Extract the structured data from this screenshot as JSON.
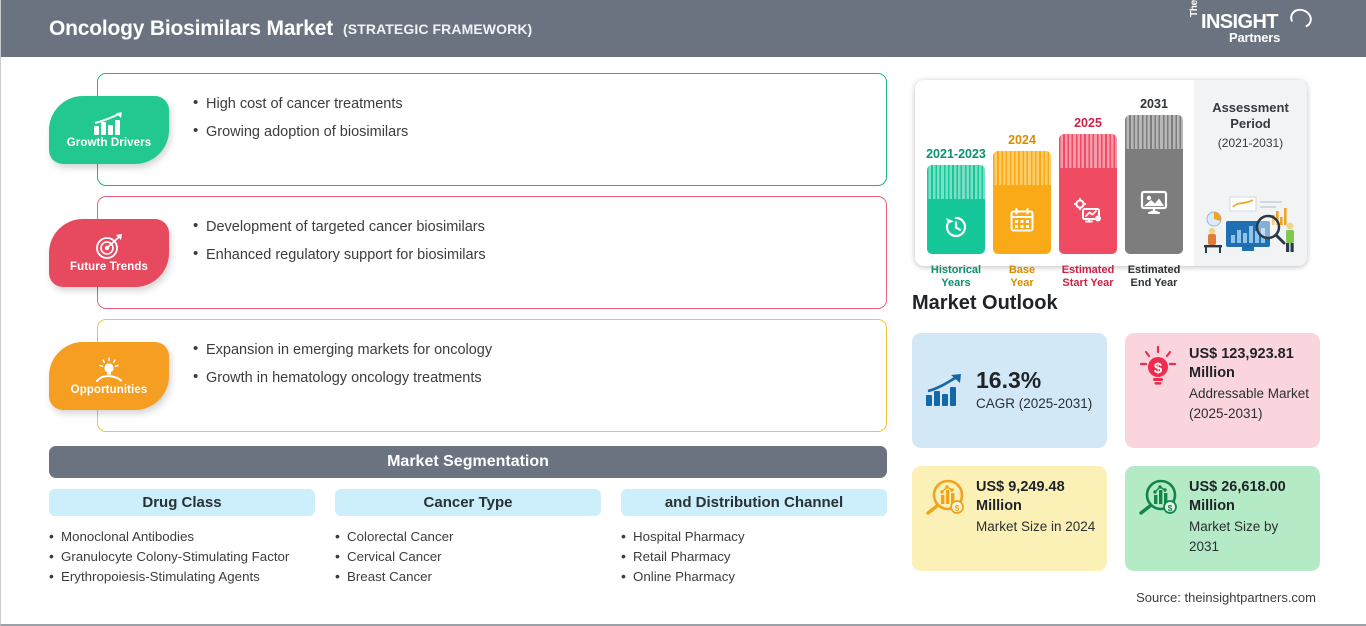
{
  "header": {
    "title": "Oncology Biosimilars Market",
    "subtitle": "(STRATEGIC FRAMEWORK)",
    "bg_color": "#6b7280",
    "logo": {
      "the": "The",
      "insight": "INSIGHT",
      "partners": "Partners"
    }
  },
  "panels": [
    {
      "badge_label": "Growth Drivers",
      "icon": "bar-chart-arrow-icon",
      "color": "#23c891",
      "border_color": "#21b48b",
      "bullets": [
        "High cost of cancer treatments",
        "Growing adoption of biosimilars"
      ]
    },
    {
      "badge_label": "Future Trends",
      "icon": "target-dart-icon",
      "color": "#e74a5f",
      "border_color": "#e6637a",
      "bullets": [
        "Development of targeted cancer biosimilars",
        "Enhanced regulatory support for biosimilars"
      ]
    },
    {
      "badge_label": "Opportunities",
      "icon": "lightbulb-hand-icon",
      "color": "#f59e22",
      "border_color": "#f5c33b",
      "bullets": [
        "Expansion in emerging markets for oncology",
        "Growth in hematology oncology treatments"
      ]
    }
  ],
  "segmentation": {
    "title": "Market Segmentation",
    "columns": [
      {
        "heading": "Drug Class",
        "items": [
          "Monoclonal Antibodies",
          "Granulocyte Colony-Stimulating Factor",
          "Erythropoiesis-Stimulating Agents"
        ]
      },
      {
        "heading": "Cancer Type",
        "items": [
          "Colorectal Cancer",
          "Cervical Cancer",
          "Breast Cancer"
        ]
      },
      {
        "heading": "and Distribution Channel",
        "items": [
          "Hospital Pharmacy",
          "Retail Pharmacy",
          "Online Pharmacy"
        ]
      }
    ]
  },
  "assessment": {
    "title_line1": "Assessment",
    "title_line2": "Period",
    "range": "(2021-2031)",
    "illustration": "analytics-dashboard-illustration",
    "bars": [
      {
        "year": "2021-2023",
        "caption_line1": "Historical",
        "caption_line2": "Years",
        "icon": "history-clock-icon",
        "color": "#16c79a",
        "top_color": "#7adfc4",
        "text_color": "#0e8f70",
        "height": 89
      },
      {
        "year": "2024",
        "caption_line1": "Base",
        "caption_line2": "Year",
        "icon": "calendar-icon",
        "color": "#fbaa17",
        "top_color": "#fdcc6b",
        "text_color": "#d98c00",
        "height": 103
      },
      {
        "year": "2025",
        "caption_line1": "Estimated",
        "caption_line2": "Start Year",
        "icon": "chart-gear-icon",
        "color": "#ef4b62",
        "top_color": "#f79aab",
        "text_color": "#cf2046",
        "height": 120
      },
      {
        "year": "2031",
        "caption_line1": "Estimated",
        "caption_line2": "End Year",
        "icon": "presentation-screen-icon",
        "color": "#7d7d7d",
        "top_color": "#b7b7b7",
        "text_color": "#2f3336",
        "height": 139
      }
    ]
  },
  "outlook": {
    "title": "Market Outlook",
    "cards": [
      {
        "big": "16.3%",
        "value": "",
        "sub": "CAGR (2025-2031)",
        "icon": "growth-chart-icon",
        "bg": "#d3e8f7",
        "icon_color": "#1368a5"
      },
      {
        "big": "",
        "value": "US$ 123,923.81 Million",
        "sub": "Addressable Market (2025-2031)",
        "icon": "dollar-bulb-icon",
        "bg": "#fad5dd",
        "icon_color": "#ef2b4f"
      },
      {
        "big": "",
        "value": "US$ 9,249.48 Million",
        "sub": "Market Size in 2024",
        "icon": "magnifier-chart-icon",
        "bg": "#fbf0b6",
        "icon_color": "#f0a41e"
      },
      {
        "big": "",
        "value": "US$ 26,618.00 Million",
        "sub": "Market Size by 2031",
        "icon": "magnifier-chart-icon",
        "bg": "#b5eac6",
        "icon_color": "#11854a"
      }
    ]
  },
  "source": "Source: theinsightpartners.com"
}
